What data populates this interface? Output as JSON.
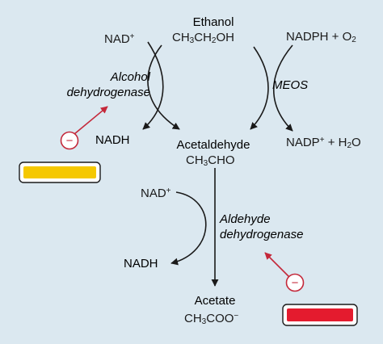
{
  "colors": {
    "background": "#dbe8f0",
    "arrow": "#1a1a1a",
    "inhibitor": "#c4283a",
    "bar_yellow": "#f5c800",
    "bar_red": "#e41b2e"
  },
  "diagram": {
    "substrates": {
      "ethanol_name": "Ethanol",
      "ethanol_formula": {
        "p1": "CH",
        "s1": "3",
        "p2": "CH",
        "s2": "2",
        "p3": "OH"
      },
      "acetaldehyde_name": "Acetaldehyde",
      "acetaldehyde_formula": {
        "p1": "CH",
        "s1": "3",
        "p2": "CHO"
      },
      "acetate_name": "Acetate",
      "acetate_formula": {
        "p1": "CH",
        "s1": "3",
        "p2": "COO",
        "sup": "−"
      }
    },
    "cofactors": {
      "nad_top": {
        "base": "NAD",
        "sup": "+"
      },
      "nadh_top": "NADH",
      "nadph": {
        "base": "NADPH + O",
        "sub": "2"
      },
      "nadp": {
        "base": "NADP",
        "sup": "+",
        "mid": " + H",
        "sub": "2",
        "end": "O"
      },
      "nad_mid": {
        "base": "NAD",
        "sup": "+"
      },
      "nadh_mid": "NADH"
    },
    "enzymes": {
      "adh_line1": "Alcohol",
      "adh_line2": "dehydrogenase",
      "meos": "MEOS",
      "aldh_line1": "Aldehyde",
      "aldh_line2": "dehydrogenase"
    },
    "inhibitors": {
      "symbol_left": "−",
      "symbol_right": "−"
    }
  }
}
